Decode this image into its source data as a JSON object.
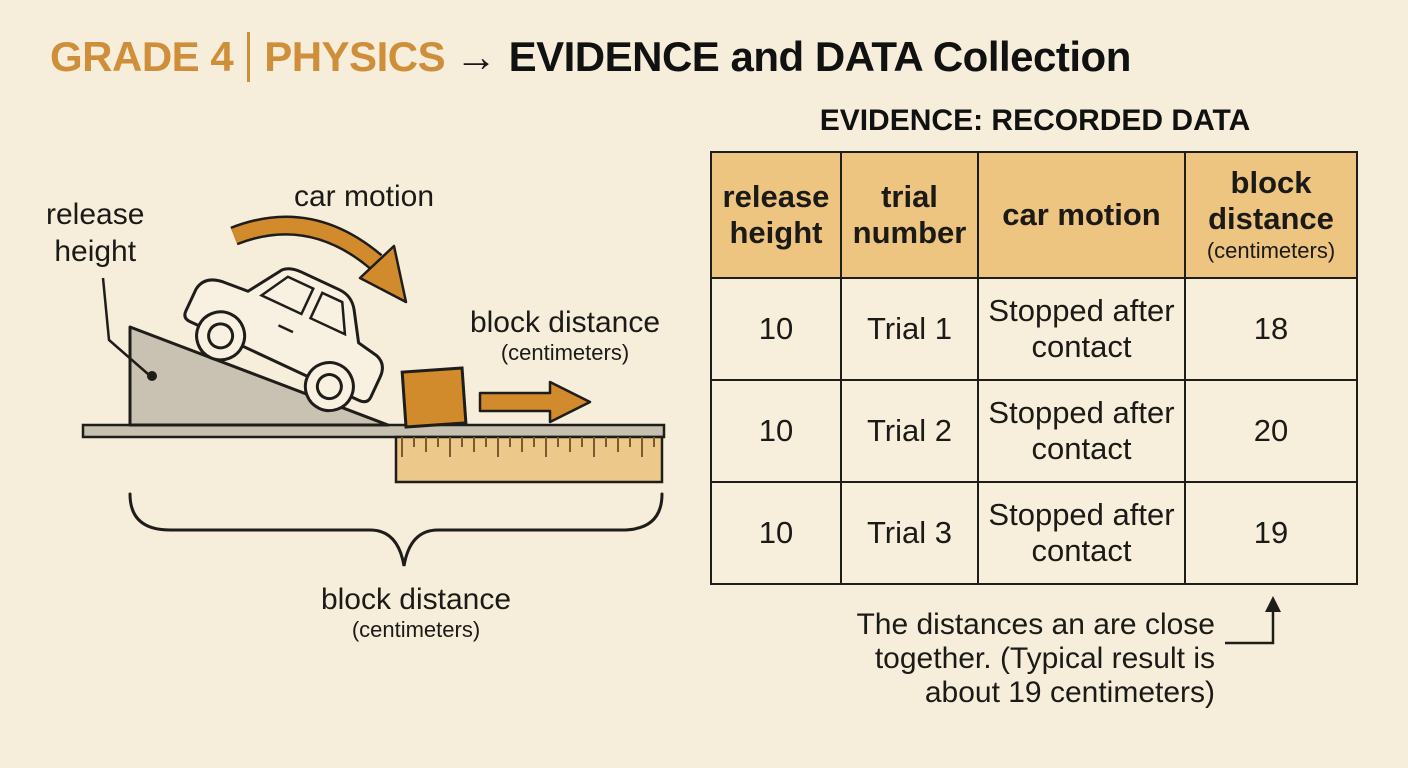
{
  "header": {
    "grade": "GRADE 4",
    "subject": "PHYSICS",
    "arrow": "→",
    "topic": "EVIDENCE and DATA Collection"
  },
  "diagram": {
    "release_height_label": "release\nheight",
    "car_motion_label": "car motion",
    "block_distance_label": "block distance",
    "block_distance_unit": "(centimeters)",
    "brace_label": "block distance",
    "brace_unit": "(centimeters)"
  },
  "table": {
    "title": "EVIDENCE: RECORDED DATA",
    "headers": [
      {
        "label": "release height",
        "unit": ""
      },
      {
        "label": "trial number",
        "unit": ""
      },
      {
        "label": "car motion",
        "unit": ""
      },
      {
        "label": "block distance",
        "unit": "(centimeters)"
      }
    ],
    "rows": [
      [
        "10",
        "Trial 1",
        "Stopped after contact",
        "18"
      ],
      [
        "10",
        "Trial 2",
        "Stopped after contact",
        "20"
      ],
      [
        "10",
        "Trial 3",
        "Stopped after contact",
        "19"
      ]
    ]
  },
  "note": "The distances an are close together.  (Typical result is about 19 centimeters)",
  "colors": {
    "background": "#f6eedb",
    "accent": "#cf8f3a",
    "header_fill": "#edc480",
    "block": "#d18a2c",
    "ramp": "#c9c2b2"
  },
  "icons": [
    "car-icon",
    "ramp-icon",
    "block-icon",
    "ruler-icon",
    "motion-arrow-icon",
    "push-arrow-icon",
    "brace-icon",
    "callout-arrow-icon"
  ]
}
